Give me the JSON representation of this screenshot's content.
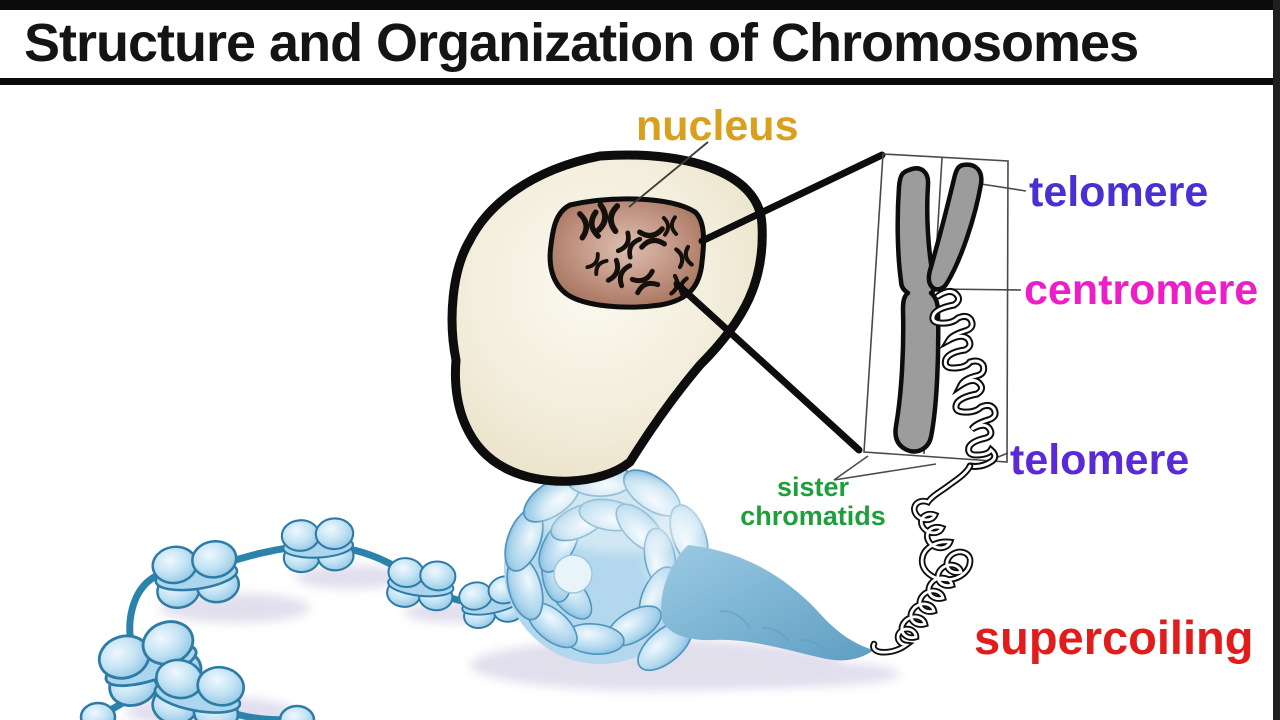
{
  "title": "Structure and Organization of Chromosomes",
  "labels": {
    "nucleus": {
      "text": "nucleus",
      "color": "#D8A01D"
    },
    "telomere_top": {
      "text": "telomere",
      "color": "#4A30D2"
    },
    "centromere": {
      "text": "centromere",
      "color": "#ED1EC8"
    },
    "telomere_bottom": {
      "text": "telomere",
      "color": "#5A2AD6"
    },
    "sister_chromatids": {
      "line1": "sister",
      "line2": "chromatids",
      "color": "#1F9E3C"
    },
    "supercoiling": {
      "text": "supercoiling",
      "color": "#E21B1B"
    }
  },
  "illustration_colors": {
    "chromosome_gray": "#9C9C9C",
    "outline_black": "#0d0d0d",
    "cell_cream": "#F3EEDD",
    "nucleus_brown": "#C69A89",
    "chromatin_blue": "#A9D3EC",
    "string_teal": "#2B83AC",
    "shadow_lavender": "#CBC5E0"
  }
}
